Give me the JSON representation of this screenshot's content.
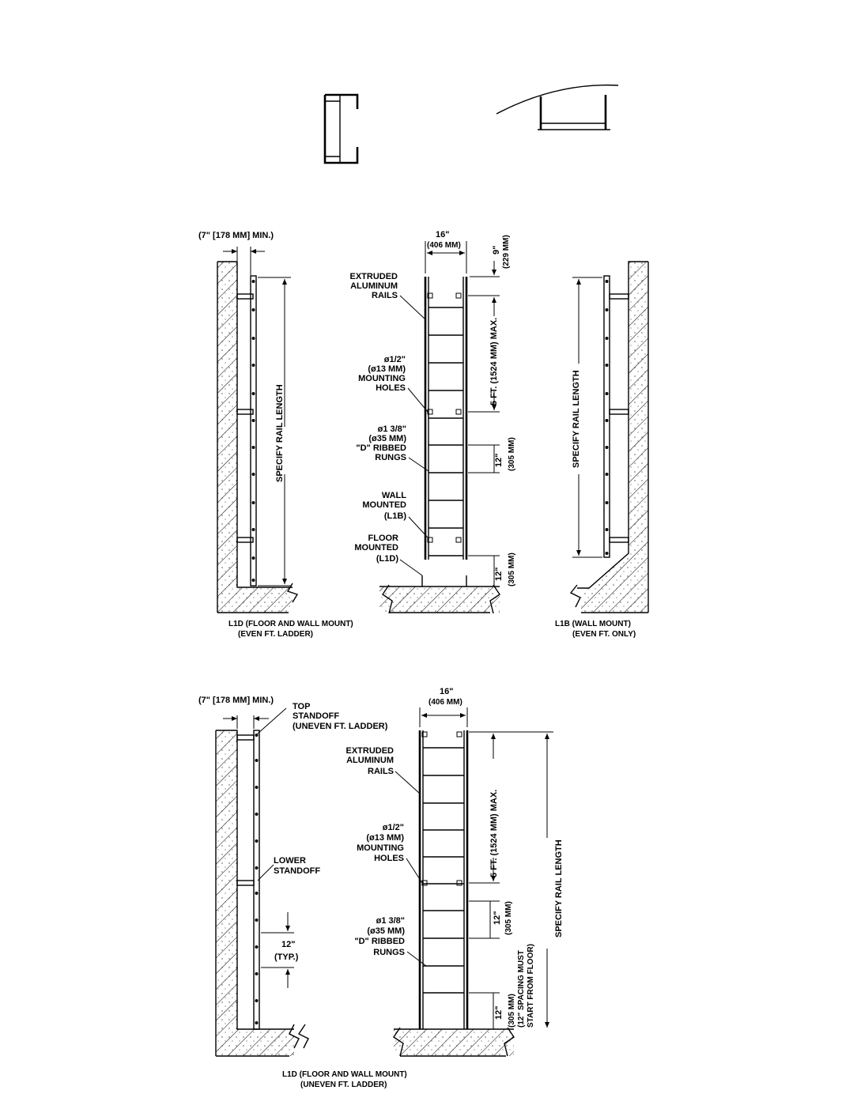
{
  "top_left": {
    "dim_standoff": "(7\" [178 MM] MIN.)",
    "rail_length": "SPECIFY RAIL LENGTH",
    "caption_1": "L1D (FLOOR AND WALL MOUNT)",
    "caption_2": "(EVEN FT. LADDER)"
  },
  "top_center": {
    "width_in": "16\"",
    "width_mm": "(406 MM)",
    "top_in": "9\"",
    "top_mm": "(229 MM)",
    "rails": [
      "EXTRUDED",
      "ALUMINUM",
      "RAILS"
    ],
    "holes": [
      "ø1/2\"",
      "(ø13 MM)",
      "MOUNTING",
      "HOLES"
    ],
    "rungs": [
      "ø1 3/8\"",
      "(ø35 MM)",
      "\"D\" RIBBED",
      "RUNGS"
    ],
    "wall": [
      "WALL",
      "MOUNTED",
      "(L1B)"
    ],
    "floor": [
      "FLOOR",
      "MOUNTED",
      "(L1D)"
    ],
    "spacing": "5 FT. (1524 MM) MAX.",
    "rung_in": "12\"",
    "rung_mm": "(305 MM)",
    "bottom_in": "12\"",
    "bottom_mm": "(305 MM)"
  },
  "top_right": {
    "rail_length": "SPECIFY RAIL LENGTH",
    "caption_1": "L1B (WALL MOUNT)",
    "caption_2": "(EVEN FT. ONLY)"
  },
  "bottom_left": {
    "dim_standoff": "(7\" [178 MM] MIN.)",
    "top_standoff": [
      "TOP",
      "STANDOFF",
      "(UNEVEN FT. LADDER)"
    ],
    "lower_standoff": [
      "LOWER",
      "STANDOFF"
    ],
    "typ_in": "12\"",
    "typ_label": "(TYP.)",
    "caption_1": "L1D (FLOOR AND WALL MOUNT)",
    "caption_2": "(UNEVEN FT. LADDER)"
  },
  "bottom_center": {
    "width_in": "16\"",
    "width_mm": "(406 MM)",
    "rails": [
      "EXTRUDED",
      "ALUMINUM",
      "RAILS"
    ],
    "holes": [
      "ø1/2\"",
      "(ø13 MM)",
      "MOUNTING",
      "HOLES"
    ],
    "rungs": [
      "ø1 3/8\"",
      "(ø35 MM)",
      "\"D\" RIBBED",
      "RUNGS"
    ],
    "spacing": "5 FT. (1524 MM) MAX.",
    "rung_in": "12\"",
    "rung_mm": "(305 MM)",
    "bottom_in": "12\"",
    "bottom_mm": "(305 MM)",
    "bottom_note_1": "(12\" SPACING MUST",
    "bottom_note_2": "START FROM FLOOR)",
    "rail_length": "SPECIFY RAIL LENGTH"
  }
}
